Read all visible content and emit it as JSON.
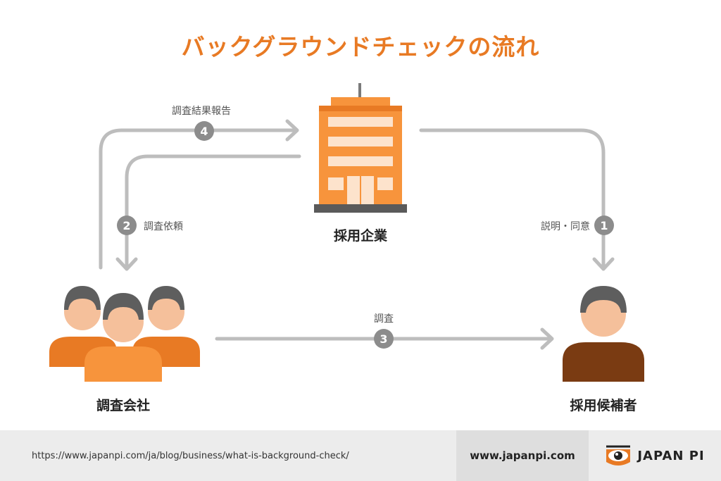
{
  "title": "バックグラウンドチェックの流れ",
  "nodes": {
    "company": "採用企業",
    "investigator": "調査会社",
    "candidate": "採用候補者"
  },
  "edges": [
    {
      "number": "1",
      "label": "説明・同意"
    },
    {
      "number": "2",
      "label": "調査依頼"
    },
    {
      "number": "3",
      "label": "調査"
    },
    {
      "number": "4",
      "label": "調査結果報告"
    }
  ],
  "footer": {
    "url": "https://www.japanpi.com/ja/blog/business/what-is-background-check/",
    "site": "www.japanpi.com",
    "logo_text": "JAPAN PI"
  },
  "colors": {
    "accent": "#e87a24",
    "arrow": "#bdbdbd",
    "badge": "#8c8c8c",
    "building": "#f7943c",
    "candidate_shirt": "#7a3b12"
  }
}
